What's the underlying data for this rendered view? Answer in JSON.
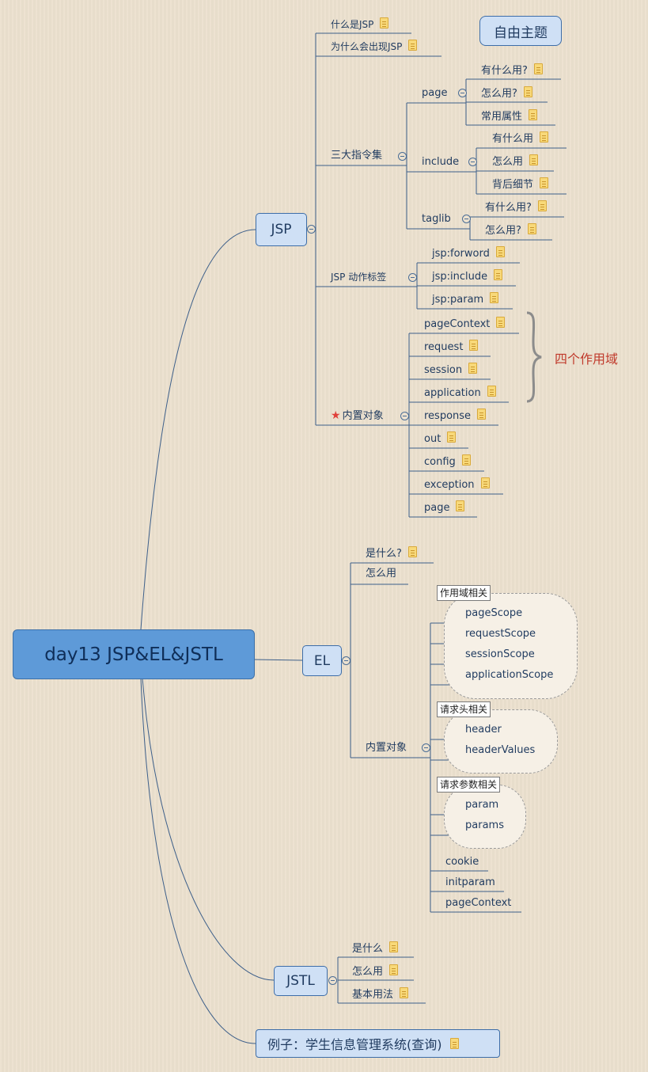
{
  "root": "day13 JSP&EL&JSTL",
  "free_topic": "自由主题",
  "jsp": {
    "label": "JSP",
    "what": "什么是JSP",
    "why": "为什么会出现JSP",
    "directives": {
      "label": "三大指令集",
      "page": {
        "label": "page",
        "items": [
          "有什么用?",
          "怎么用?",
          "常用属性"
        ]
      },
      "include": {
        "label": "include",
        "items": [
          "有什么用",
          "怎么用",
          "背后细节"
        ]
      },
      "taglib": {
        "label": "taglib",
        "items": [
          "有什么用?",
          "怎么用?"
        ]
      }
    },
    "actions": {
      "label": "JSP 动作标签",
      "items": [
        "jsp:forword",
        "jsp:include",
        "jsp:param"
      ]
    },
    "builtin": {
      "label": "内置对象",
      "items": [
        "pageContext",
        "request",
        "session",
        "application",
        "response",
        "out",
        "config",
        "exception",
        "page"
      ],
      "scope_note": "四个作用域"
    }
  },
  "el": {
    "label": "EL",
    "what": "是什么?",
    "how": "怎么用",
    "builtin": {
      "label": "内置对象",
      "scope_group": {
        "label": "作用域相关",
        "items": [
          "pageScope",
          "requestScope",
          "sessionScope",
          "applicationScope"
        ]
      },
      "header_group": {
        "label": "请求头相关",
        "items": [
          "header",
          "headerValues"
        ]
      },
      "param_group": {
        "label": "请求参数相关",
        "items": [
          "param",
          "params"
        ]
      },
      "others": [
        "cookie",
        "initparam",
        "pageContext"
      ]
    }
  },
  "jstl": {
    "label": "JSTL",
    "items": [
      "是什么",
      "怎么用",
      "基本用法"
    ]
  },
  "example": "例子：学生信息管理系统(查询)",
  "icons": {
    "note": "note-icon",
    "collapse": "collapse-icon",
    "star": "star-icon"
  },
  "colors": {
    "background": "#ece1cf",
    "root_fill": "#5e9ad8",
    "node_fill": "#cfe0f5",
    "line": "#3d5f8a",
    "scope_note": "#c0392b"
  }
}
